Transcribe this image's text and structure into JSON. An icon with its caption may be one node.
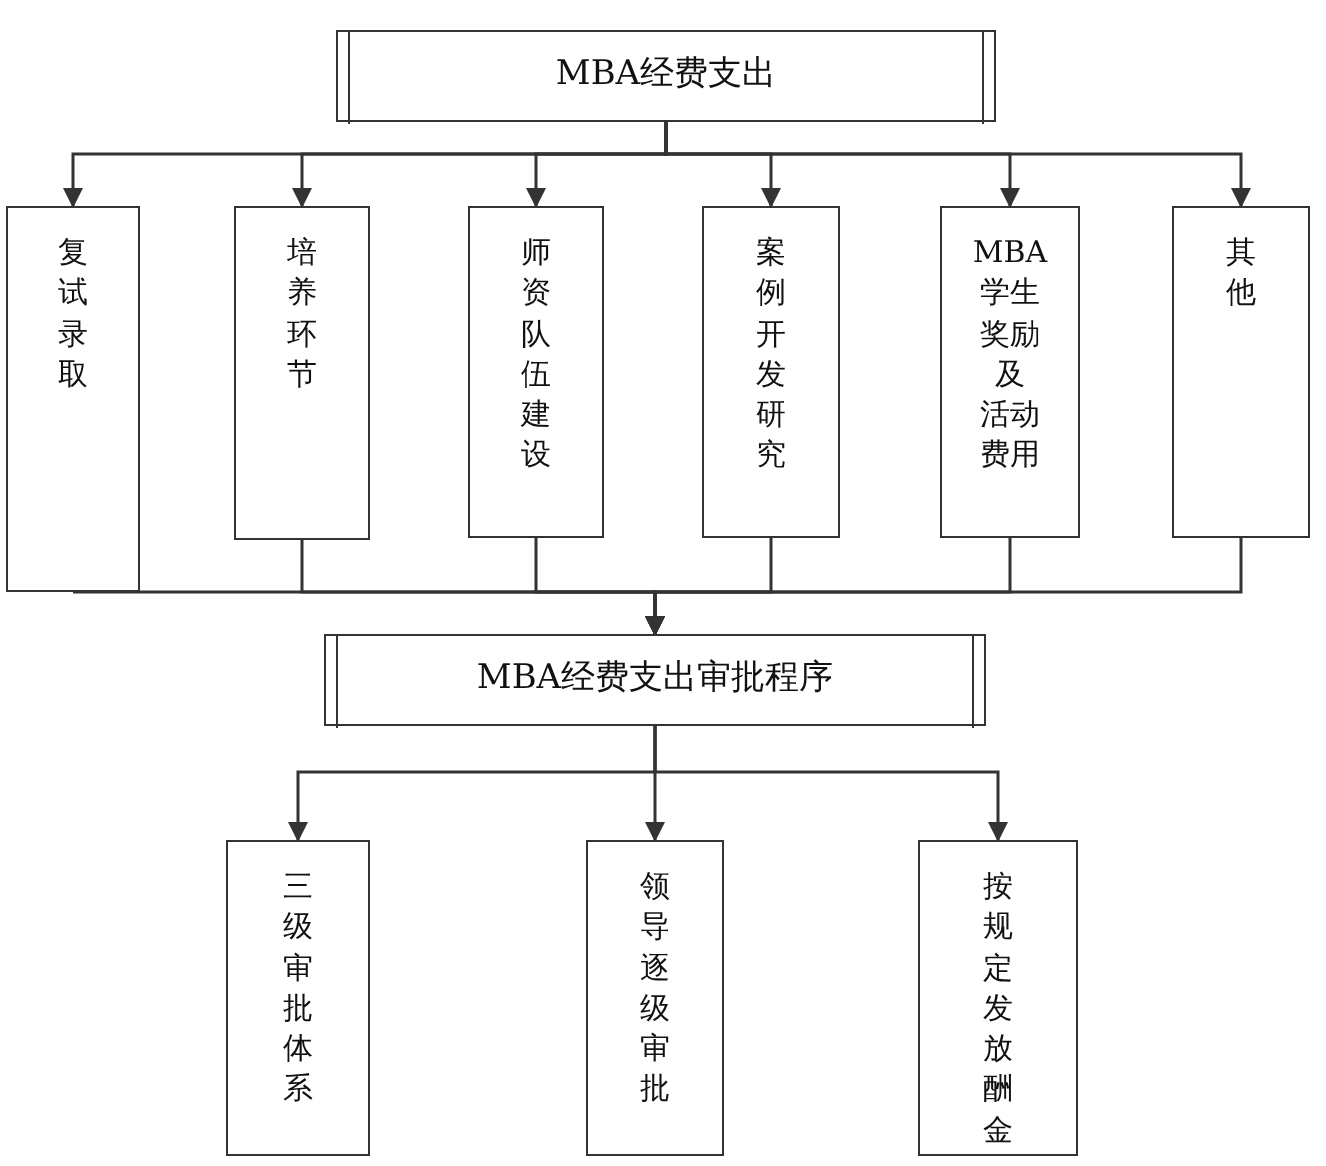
{
  "diagram": {
    "nodes": [
      {
        "text": [
          "MBA经费支出"
        ]
      },
      {
        "text": [
          "复试录取"
        ]
      },
      {
        "text": [
          "培养环节"
        ]
      },
      {
        "text": [
          "师资队伍建设"
        ]
      },
      {
        "text": [
          "案例开发研究"
        ]
      },
      {
        "text": [
          "MBA学生奖励及活动费用"
        ]
      },
      {
        "text": [
          "其他"
        ]
      },
      {
        "text": [
          "MBA经费支出审批程序"
        ]
      },
      {
        "text": [
          "三级审批体系"
        ]
      },
      {
        "text": [
          "领导逐级审批"
        ]
      },
      {
        "text": [
          "按规定发放酬金"
        ]
      }
    ],
    "edges": [
      {
        "from": 0,
        "to": 1,
        "arrow": "to"
      },
      {
        "from": 0,
        "to": 2,
        "arrow": "to"
      },
      {
        "from": 0,
        "to": 3,
        "arrow": "to"
      },
      {
        "from": 0,
        "to": 4,
        "arrow": "to"
      },
      {
        "from": 0,
        "to": 5,
        "arrow": "to"
      },
      {
        "from": 0,
        "to": 6,
        "arrow": "to"
      },
      {
        "from": 1,
        "to": 7,
        "arrow": "to"
      },
      {
        "from": 2,
        "to": 7,
        "arrow": "to"
      },
      {
        "from": 3,
        "to": 7,
        "arrow": "to"
      },
      {
        "from": 4,
        "to": 7,
        "arrow": "to"
      },
      {
        "from": 5,
        "to": 7,
        "arrow": "to"
      },
      {
        "from": 6,
        "to": 7,
        "arrow": "to"
      },
      {
        "from": 7,
        "to": 8,
        "arrow": "to"
      },
      {
        "from": 7,
        "to": 9,
        "arrow": "to"
      },
      {
        "from": 7,
        "to": 10,
        "arrow": "to"
      }
    ]
  }
}
